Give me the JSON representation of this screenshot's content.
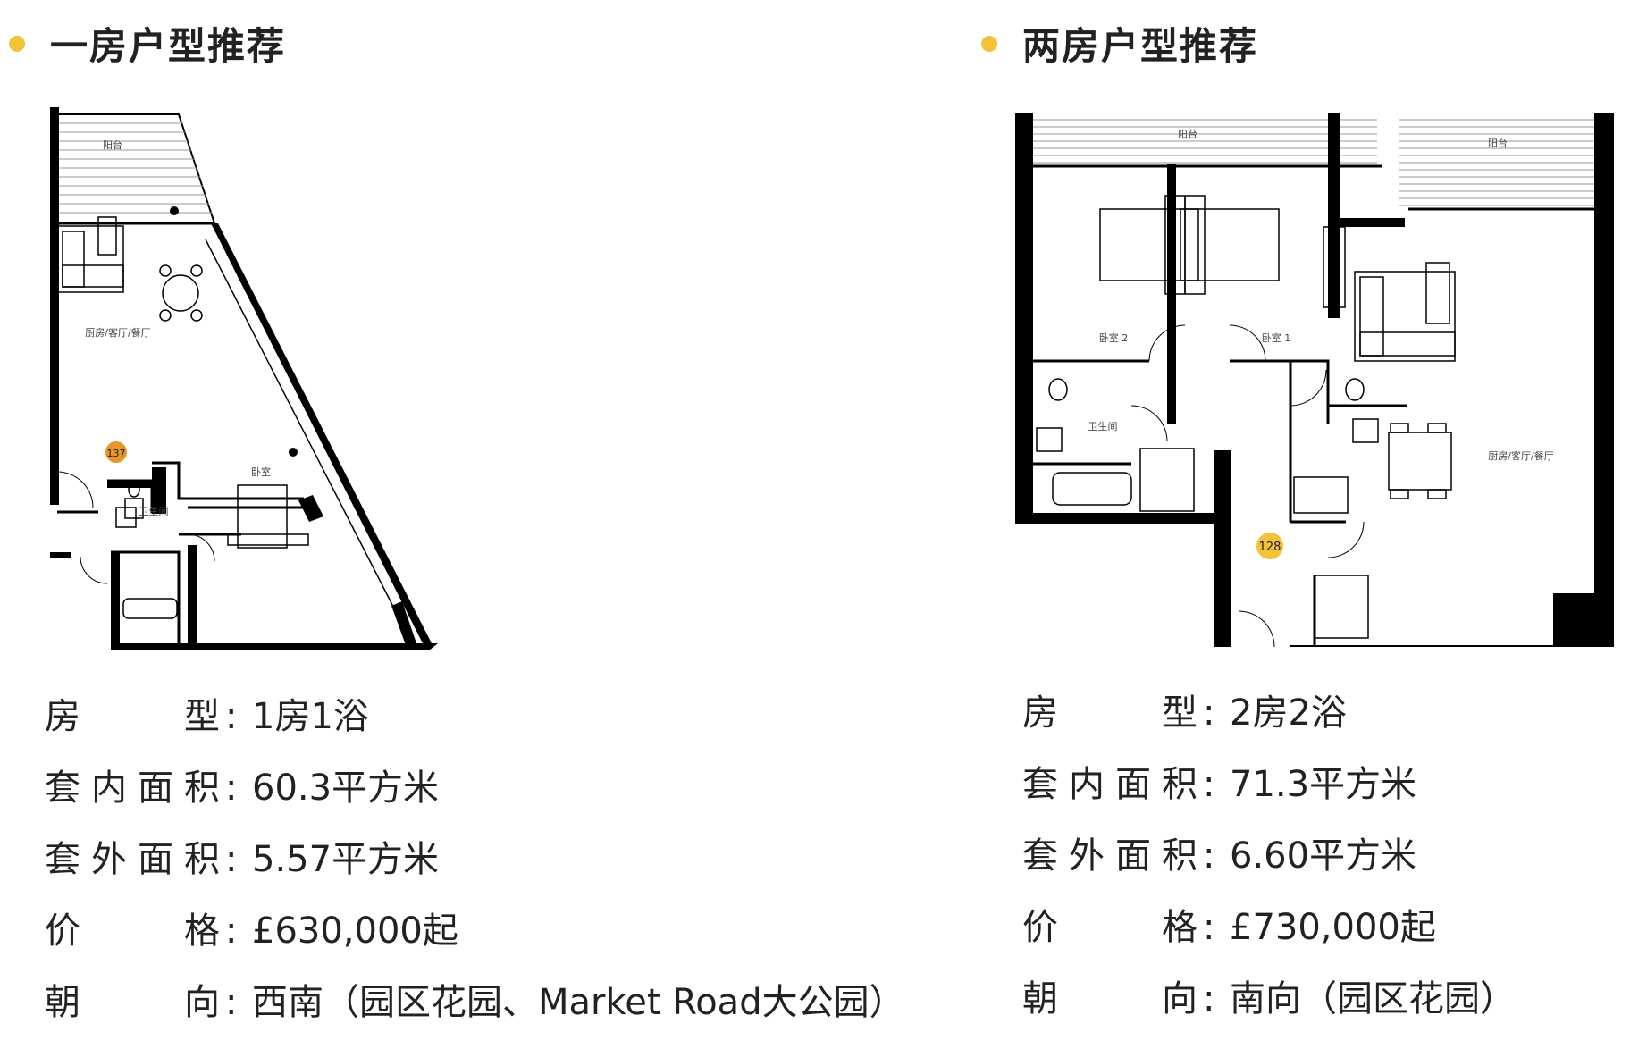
{
  "colors": {
    "accent": "#f2c23b",
    "unit_badge_one": "#e8962b",
    "wall": "#000000"
  },
  "one_bedroom": {
    "heading": "一房户型推荐",
    "plan": {
      "balcony": "阳台",
      "living": "厨房/客厅/餐厅",
      "bedroom": "卧室",
      "bathroom": "卫生间",
      "unit_no": "137"
    },
    "specs": [
      {
        "key": "房　　型",
        "value": "1房1浴"
      },
      {
        "key": "套内面积",
        "value": "60.3平方米"
      },
      {
        "key": "套外面积",
        "value": "5.57平方米"
      },
      {
        "key": "价　　格",
        "value": "£630,000起"
      },
      {
        "key": "朝　　向",
        "value": "西南（园区花园、Market Road大公园）"
      }
    ]
  },
  "two_bedroom": {
    "heading": "两房户型推荐",
    "plan": {
      "balcony_1": "阳台",
      "balcony_2": "阳台",
      "bedroom_2": "卧室 2",
      "bedroom_1": "卧室 1",
      "bathroom": "卫生间",
      "living": "厨房/客厅/餐厅",
      "unit_no": "128"
    },
    "specs": [
      {
        "key": "房　　型",
        "value": "2房2浴"
      },
      {
        "key": "套内面积",
        "value": "71.3平方米"
      },
      {
        "key": "套外面积",
        "value": "6.60平方米"
      },
      {
        "key": "价　　格",
        "value": "£730,000起"
      },
      {
        "key": "朝　　向",
        "value": "南向（园区花园）"
      }
    ]
  }
}
